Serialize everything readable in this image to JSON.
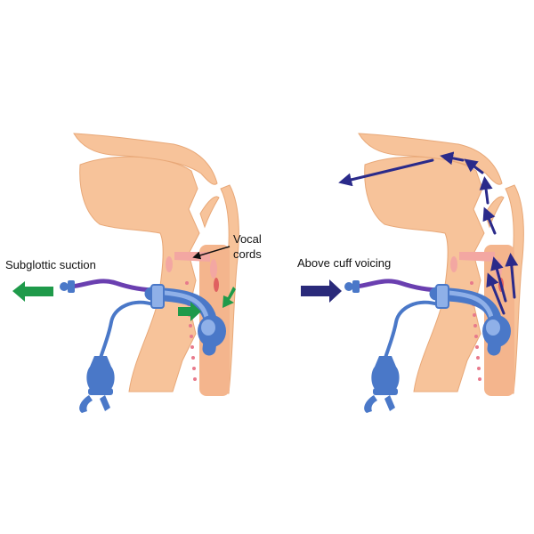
{
  "labels": {
    "subglottic_suction": "Subglottic suction",
    "vocal_cords_line1": "Vocal",
    "vocal_cords_line2": "cords",
    "above_cuff_voicing": "Above cuff voicing"
  },
  "colors": {
    "background": "#ffffff",
    "tissue": "#f7c39a",
    "tissue_outline": "#e8a878",
    "cartilage": "#f3a7a2",
    "vertebra_dots": "#e87a8c",
    "tube_blue": "#4a78c8",
    "tube_light_blue": "#8fb0e8",
    "tube_purple": "#6a3fb0",
    "suction_arrow_green": "#1f9a4a",
    "voicing_arrow_navy": "#2a2a7a",
    "airflow_arrow_navy": "#2a2a8a",
    "pointer_black": "#111111"
  },
  "icons": {
    "suction_flow": "arrow-left-icon",
    "voicing_flow": "arrow-right-icon",
    "airflow": "airflow-arrow-icon",
    "cuff_suction": "suction-arrow-icon"
  }
}
